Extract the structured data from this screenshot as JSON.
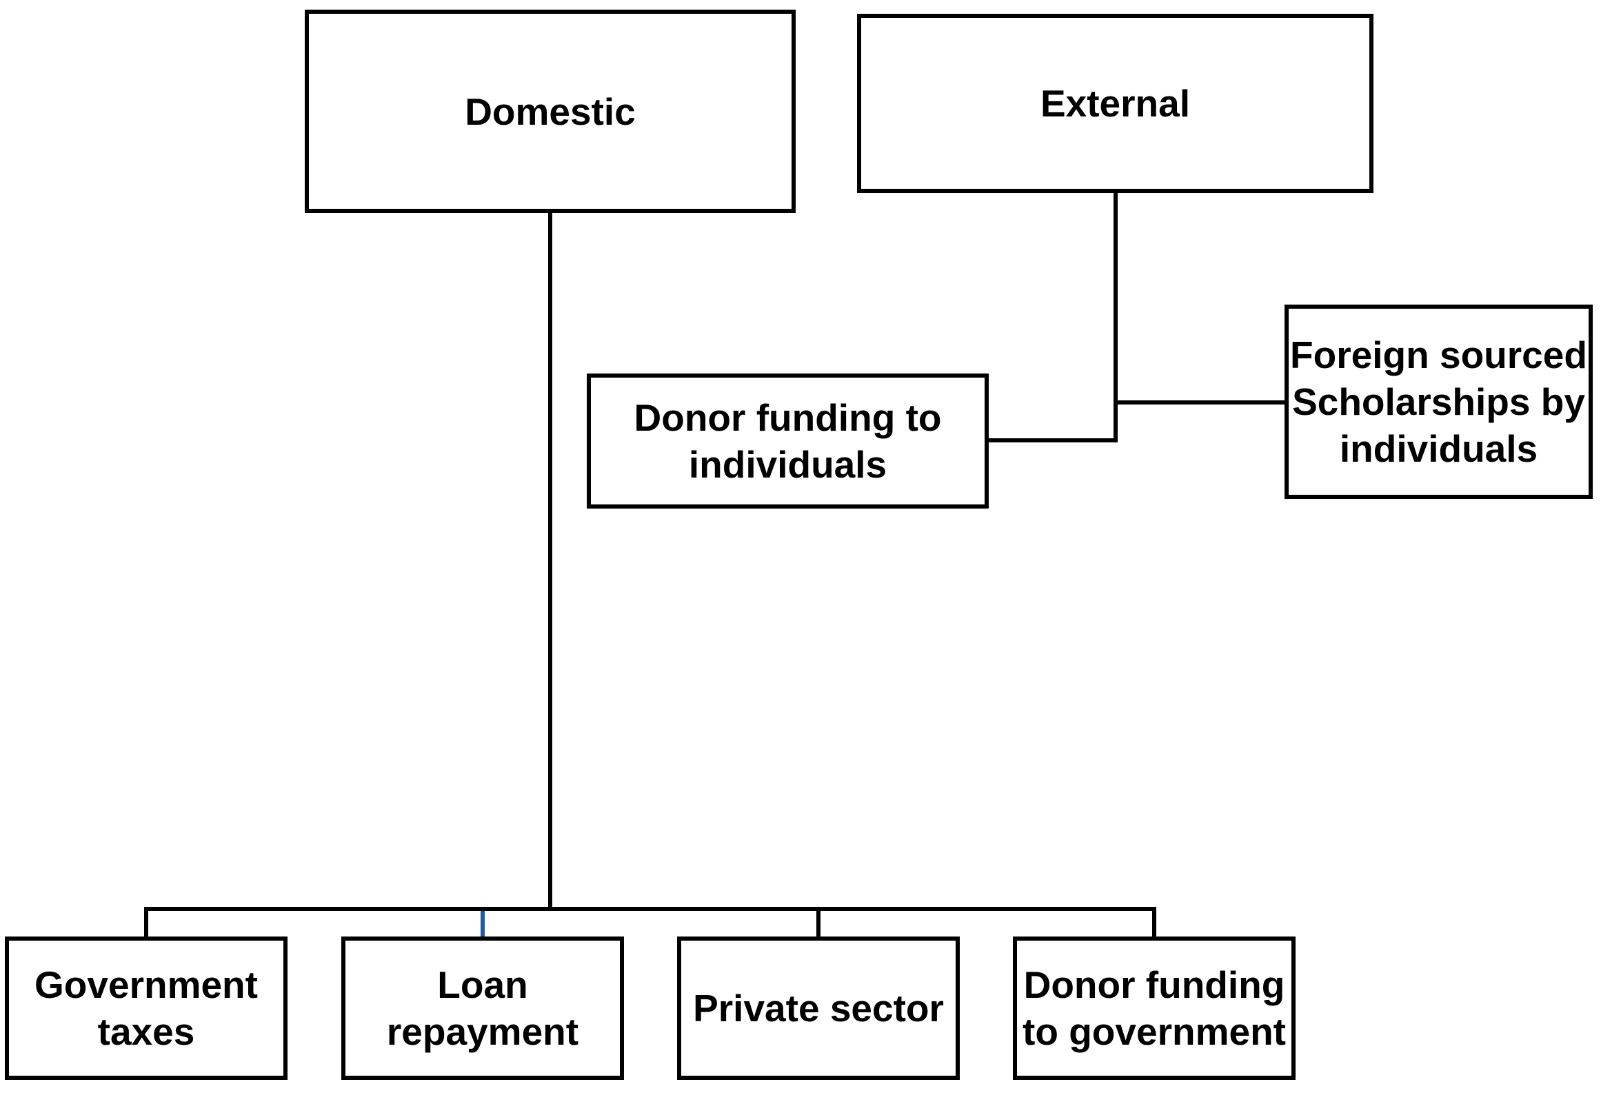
{
  "colors": {
    "line": "#000000",
    "accent_connector": "#1f5aa6",
    "background": "#ffffff"
  },
  "nodes": {
    "domestic": "Domestic",
    "external": "External",
    "donor_funding_individuals": "Donor funding to\nindividuals",
    "foreign_scholarships": "Foreign sourced\nScholarships by\nindividuals",
    "government_taxes": "Government\ntaxes",
    "loan_repayment": "Loan\nrepayment",
    "private_sector": "Private sector",
    "donor_funding_government": "Donor funding\nto government"
  }
}
